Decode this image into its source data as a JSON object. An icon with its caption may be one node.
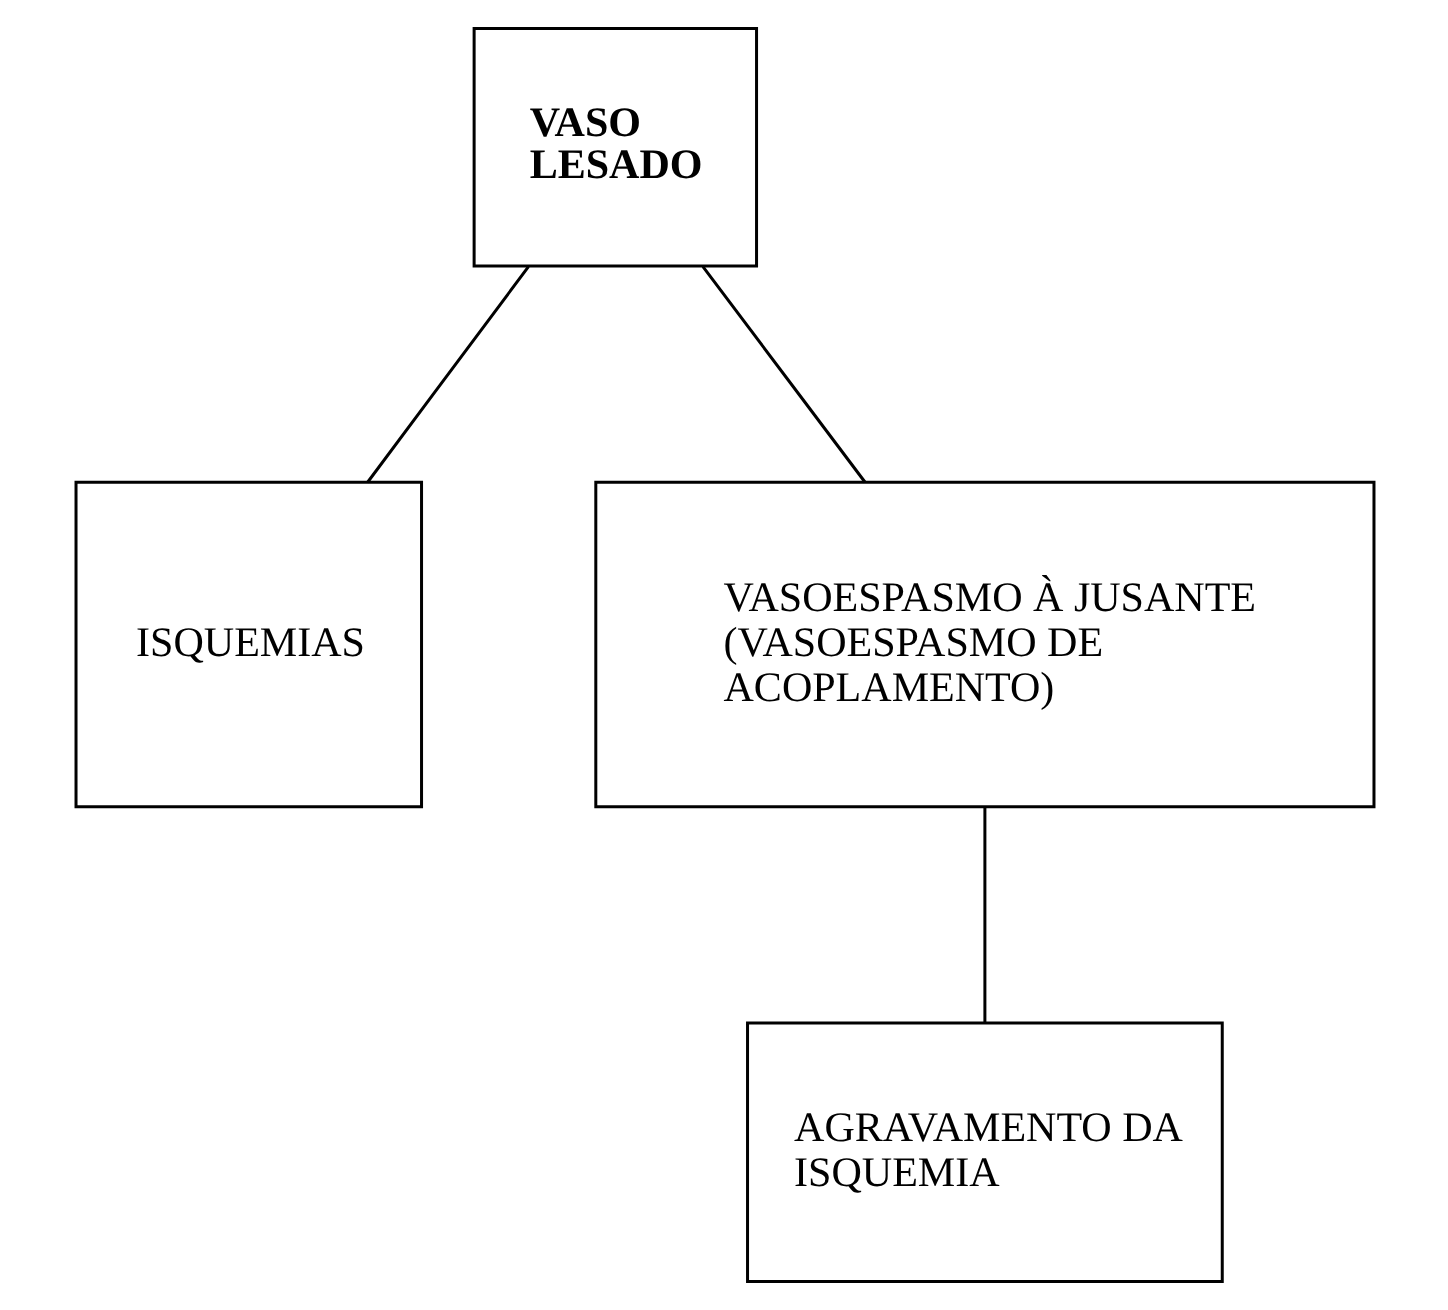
{
  "diagram": {
    "nodes": [
      {
        "text": [
          "VASO LESADO"
        ]
      },
      {
        "text": [
          "ISQUEMIAS"
        ]
      },
      {
        "text": [
          "VASOESPASMO À JUSANTE (VASOESPASMO DE ACOPLAMENTO)"
        ]
      },
      {
        "text": [
          "AGRAVAMENTO DA ISQUEMIA"
        ]
      }
    ],
    "edges": [
      {
        "from": 0,
        "to": 1,
        "arrow": "none"
      },
      {
        "from": 0,
        "to": 2,
        "arrow": "none"
      },
      {
        "from": 2,
        "to": 3,
        "arrow": "none"
      }
    ]
  }
}
